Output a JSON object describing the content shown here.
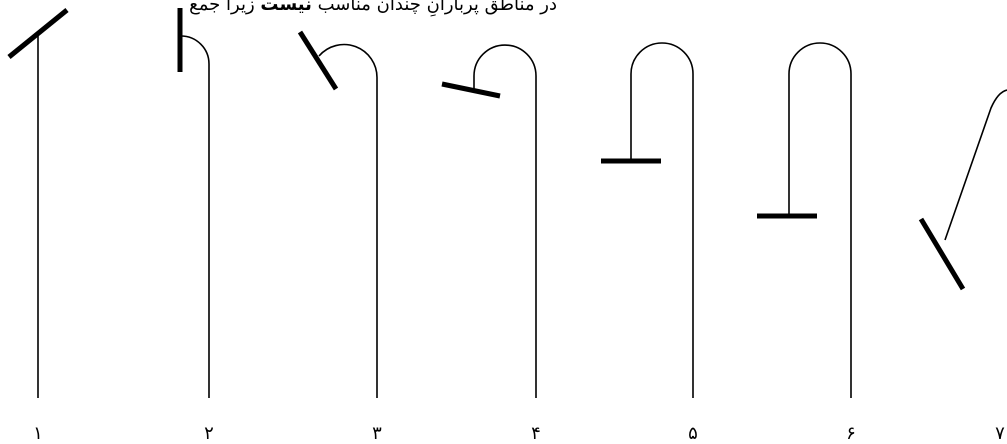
{
  "header": {
    "text_start": "در مناطق پربارانِ چندان مناسب",
    "text_bold": "نیست",
    "text_end": "زیرا جمع"
  },
  "figures": [
    {
      "label": "۱",
      "bar_style": "diagonal-up"
    },
    {
      "label": "۲",
      "bar_style": "vertical-short-hook"
    },
    {
      "label": "۳",
      "bar_style": "diagonal-hook"
    },
    {
      "label": "۴",
      "bar_style": "slanted-hook"
    },
    {
      "label": "۵",
      "bar_style": "horizontal-hook"
    },
    {
      "label": "۶",
      "bar_style": "horizontal-hook-low"
    },
    {
      "label": "۷",
      "bar_style": "diagonal-cut-off"
    }
  ],
  "colors": {
    "stroke": "#000000",
    "background": "#ffffff"
  }
}
